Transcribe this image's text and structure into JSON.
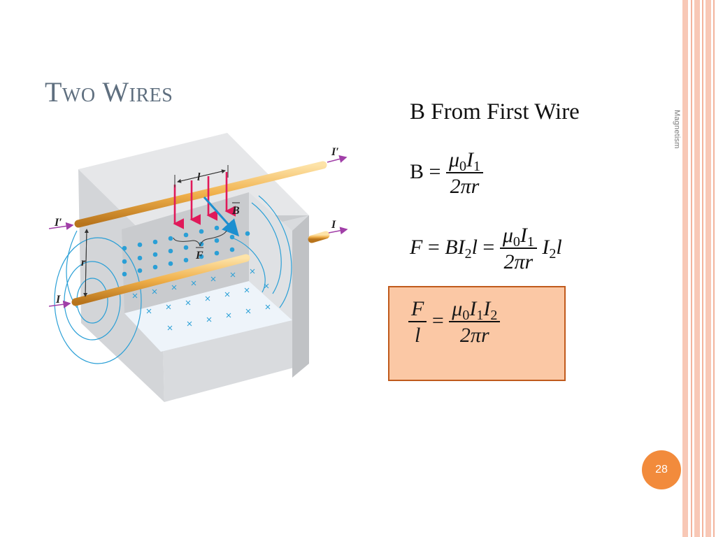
{
  "slide": {
    "title": "Two Wires",
    "side_label": "Magnetism",
    "page_number": "28"
  },
  "content": {
    "heading": "B From First Wire",
    "eq1": {
      "lhs": "B =",
      "num_mu": "μ",
      "num_mu_sub": "0",
      "num_I": "I",
      "num_I_sub": "1",
      "den": "2πr"
    },
    "eq2": {
      "lhs_F": "F",
      "eq": "=",
      "B": "B",
      "I": "I",
      "I_sub": "2",
      "l": "l",
      "eq2": "=",
      "num_mu": "μ",
      "num_mu_sub": "0",
      "num_I": "I",
      "num_I_sub": "1",
      "den": "2πr",
      "tail_I": "I",
      "tail_I_sub": "2",
      "tail_l": "l"
    },
    "eq3": {
      "F": "F",
      "l": "l",
      "eq": "=",
      "num_mu": "μ",
      "num_mu_sub": "0",
      "num_I1": "I",
      "num_I1_sub": "1",
      "num_I2": "I",
      "num_I2_sub": "2",
      "den": "2πr"
    }
  },
  "figure": {
    "labels": {
      "I_prime_top_right": "I′",
      "I_prime_left": "I′",
      "I_right": "I",
      "I_left": "I",
      "r": "r",
      "l": "l",
      "B": "B",
      "F": "F"
    }
  },
  "colors": {
    "title": "#5f6f7f",
    "box_fill": "#fbc8a5",
    "box_border": "#c05a1c",
    "badge": "#f28b3c",
    "stripe": "#f8c8b6",
    "field_lines": "#2a9fd6",
    "force_arrows": "#e0195a",
    "wire": "#f0b04a"
  }
}
